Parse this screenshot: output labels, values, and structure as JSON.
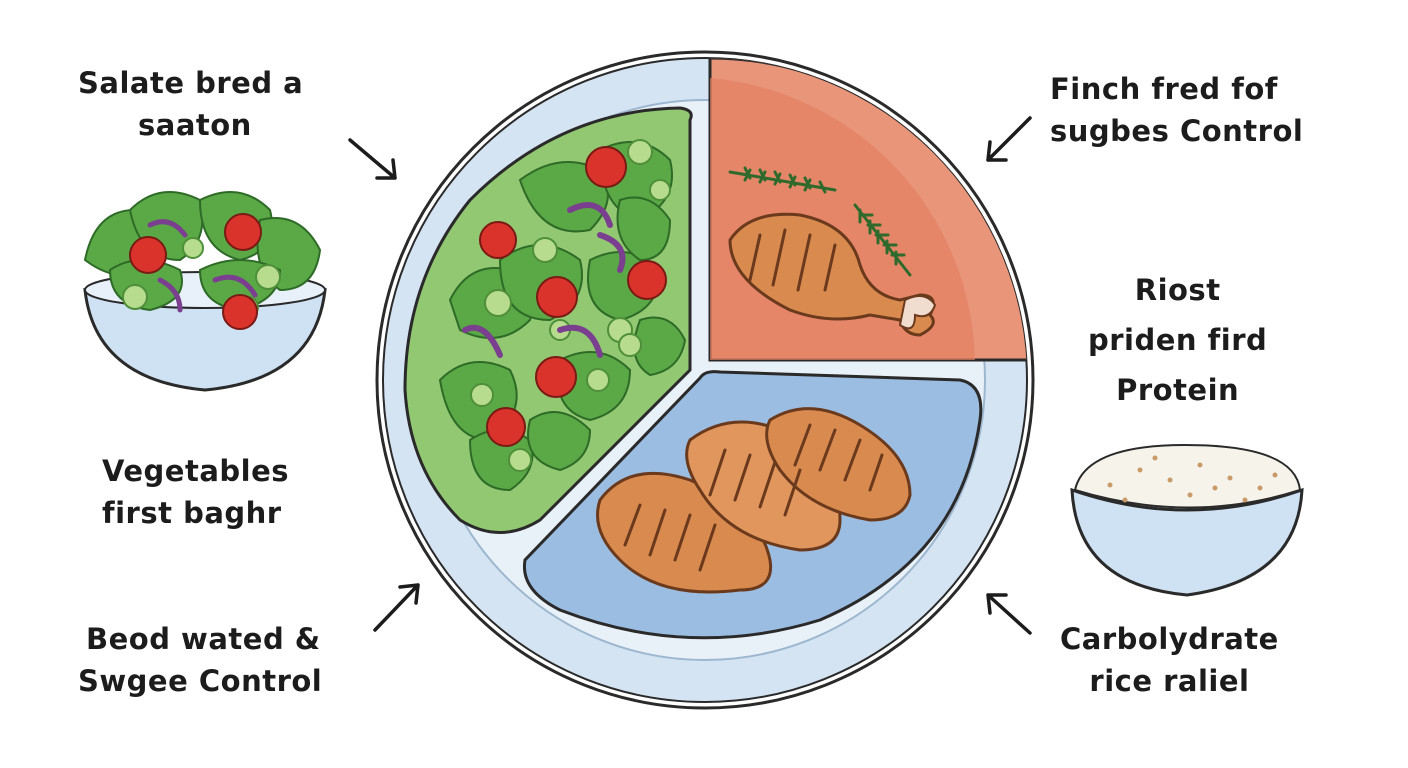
{
  "labels": {
    "salad_caption": [
      "Salate bred a",
      "saaton"
    ],
    "vegetables_caption": [
      "Vegetables",
      "first baghr"
    ],
    "blood_sugar_caption": [
      "Beod wated &",
      "Swgee  Control"
    ],
    "finch_caption": [
      "Finch fred fof",
      "sugbes Control"
    ],
    "protein_caption": [
      "Riost",
      "priden fird",
      "Protein"
    ],
    "carb_caption": [
      "Carbolydrate",
      "rice raliel"
    ]
  },
  "plate_sections": [
    {
      "name": "vegetables",
      "color": "#8cc56a"
    },
    {
      "name": "protein",
      "color": "#e88a6c"
    },
    {
      "name": "carbohydrate",
      "color": "#93b5dc"
    }
  ],
  "colors": {
    "plate_rim": "#cfe0f1",
    "outline": "#2a2a2a",
    "lettuce": "#57a544",
    "tomato": "#d9332b",
    "onion": "#7a3f8f",
    "chicken": "#d98a4f",
    "rice_bowl": "#cfe2f3"
  },
  "icons": [
    "salad-bowl-icon",
    "rice-bowl-icon",
    "arrow-icon"
  ]
}
